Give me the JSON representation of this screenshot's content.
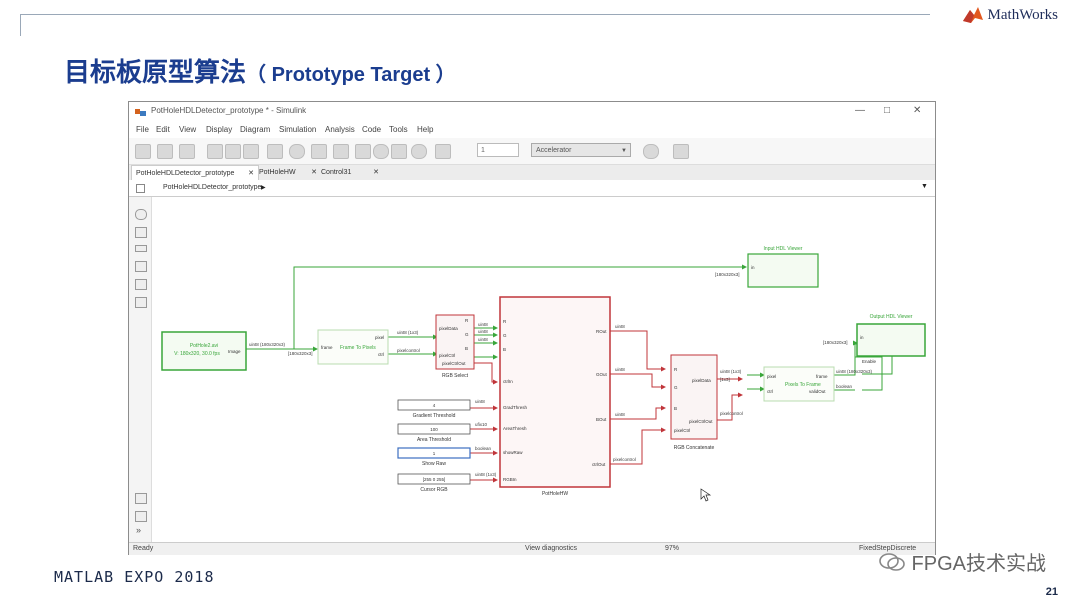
{
  "slide": {
    "title_cn": "目标板原型算法",
    "title_en": "（ Prototype Target ）",
    "logo_text": "MathWorks",
    "footer_left": "MATLAB EXPO 2018",
    "page_number": "21",
    "watermark": "FPGA技术实战"
  },
  "window": {
    "title": "PotHoleHDLDetector_prototype * - Simulink",
    "minimize": "—",
    "maximize": "□",
    "close": "✕",
    "menu": [
      "File",
      "Edit",
      "View",
      "Display",
      "Diagram",
      "Simulation",
      "Analysis",
      "Code",
      "Tools",
      "Help"
    ],
    "stop_time": "1",
    "sim_mode": "Accelerator",
    "tabs": [
      "PotHoleHDLDetector_prototype",
      "PotHoleHW",
      "Control31"
    ],
    "tab_close": "✕",
    "breadcrumb": "PotHoleHDLDetector_prototype",
    "breadcrumb_arrow": "▶",
    "dropdown_arrow": "▼"
  },
  "status": {
    "left": "Ready",
    "middle": "View diagnostics",
    "zoom": "97%",
    "solver": "FixedStepDiscrete"
  },
  "diagram": {
    "source_block": "PotHole2.avi",
    "source_sub": "V: 180x320, 30.0 fps",
    "source_port": "Image",
    "frame_to_pixels": "Frame To Pixels",
    "rgb_select": "RGB Select",
    "pothole_hw": "PotHoleHW",
    "rgb_concatenate": "RGB Concatenate",
    "pixels_to_frame": "Pixels To Frame",
    "input_viewer": "Input HDL Viewer",
    "output_viewer": "Output HDL Viewer",
    "gradient_threshold_value": "4",
    "gradient_threshold_label": "Gradient Threshold",
    "area_threshold_value": "100",
    "area_threshold_label": "Area Threshold",
    "show_raw_value": "1",
    "show_raw_label": "Show Raw",
    "cursor_rgb_value": "[255 0 255]",
    "cursor_rgb_label": "Cursor RGB",
    "sig_uint8_180": "uint8 (180x320x3)",
    "sig_in_dims": "[180x320x3]",
    "sig_uint8": "uint8",
    "sig_uint8_1x3": "uint8 (1x3)",
    "sig_ufix10": "ufix10",
    "sig_boolean": "boolean",
    "sig_pixelcontrol": "pixelcontrol",
    "sig_dims_1x3": "[1x3]",
    "sig_out_dims": "[180x320x3]",
    "sig_uint8_out": "uint8 (180x320x3)",
    "port_frame": "frame",
    "port_pixel": "pixel",
    "port_ctrl": "ctrl",
    "port_pixeldata": "pixelData",
    "port_pixelctrl": "pixelCtrl",
    "port_pixelctrlout": "pixelCtrlOut",
    "port_r": "R",
    "port_g": "G",
    "port_b": "B",
    "port_ctrlin": "ctrlIn",
    "port_gradthresh": "GradThresh",
    "port_areathresh": "AreaThresh",
    "port_showraw": "showRaw",
    "port_rgbin": "RGBIn",
    "port_rout": "ROut",
    "port_gout": "GOut",
    "port_bout": "BOut",
    "port_ctrlout": "ctrlOut",
    "port_pixeldata_out": "pixelData",
    "port_pixelctrl_out": "pixelCtrlOut",
    "port_validout": "validOut",
    "port_in": "in",
    "port_enable": "Enable"
  }
}
